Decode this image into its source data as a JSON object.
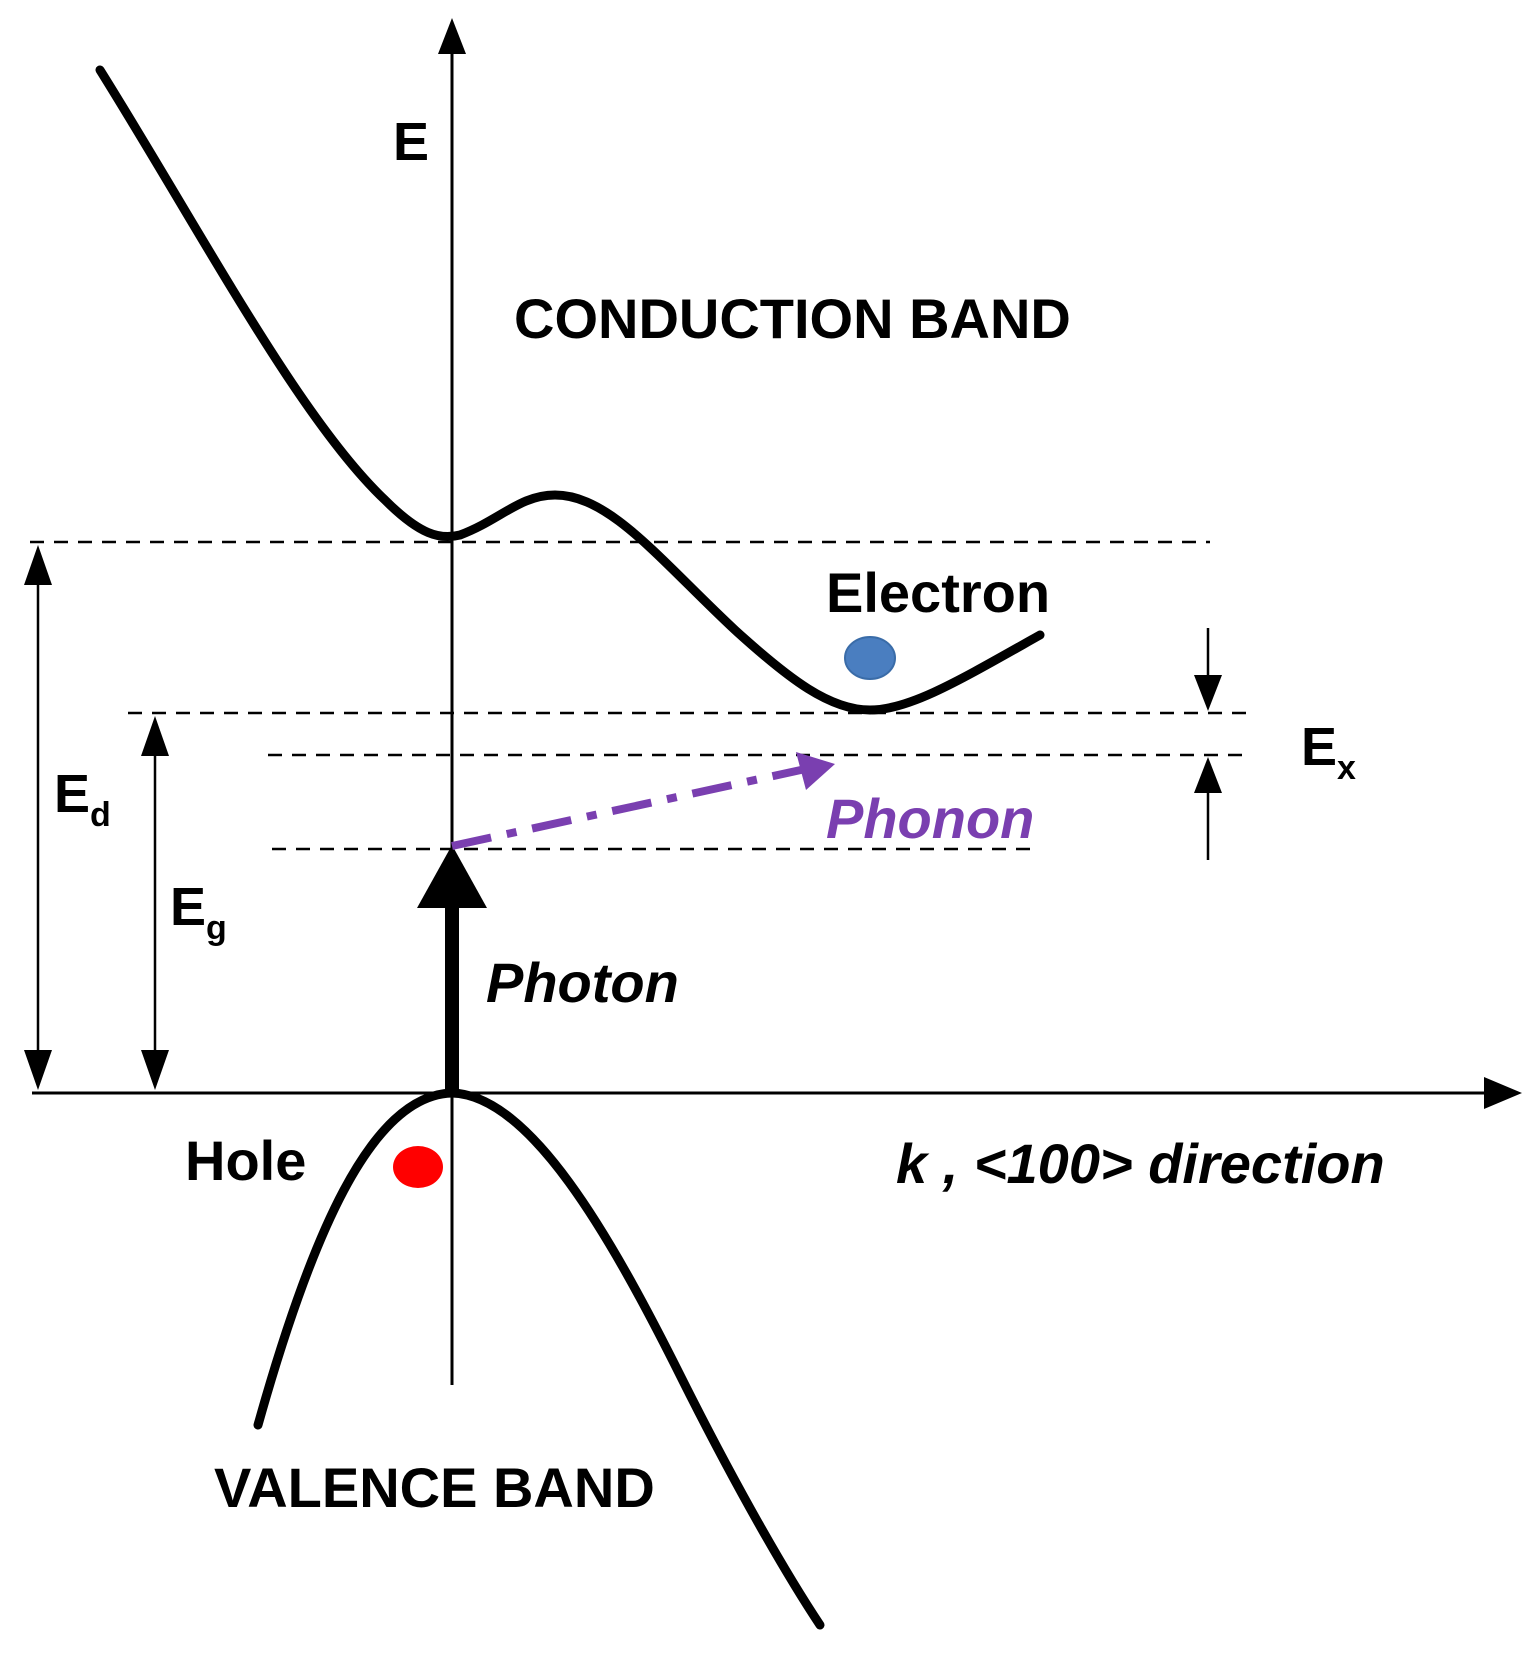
{
  "labels": {
    "energy_axis": "E",
    "k_axis": "k , <100>  direction",
    "conduction_band": "CONDUCTION  BAND",
    "valence_band": "VALENCE BAND",
    "electron": "Electron",
    "hole": "Hole",
    "photon": "Photon",
    "phonon": "Phonon",
    "ed_main": "E",
    "ed_sub": "d",
    "eg_main": "E",
    "eg_sub": "g",
    "ex_main": "E",
    "ex_sub": "x"
  },
  "colors": {
    "curves": "#000000",
    "electron": "#4a7ec0",
    "hole": "#ff0000",
    "phonon": "#7a3fb0"
  }
}
